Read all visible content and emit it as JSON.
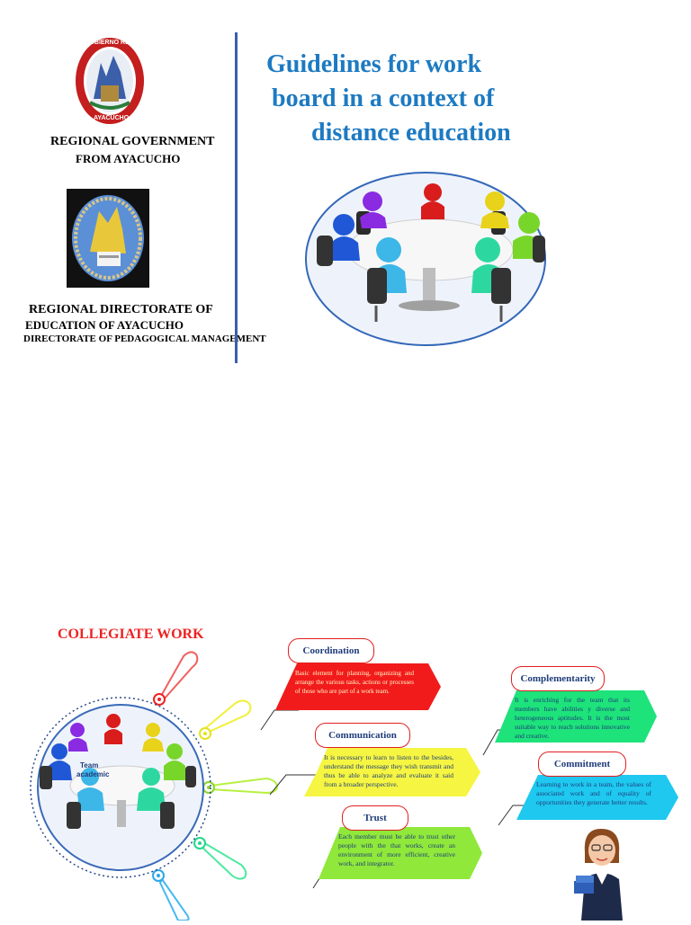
{
  "cover": {
    "org1_line1": "REGIONAL GOVERNMENT",
    "org1_line2": "FROM AYACUCHO",
    "logo1_text_top": "GOBIERNO REGIONAL",
    "logo1_text_bottom": "AYACUCHO",
    "title_line1": "Guidelines for work",
    "title_line2": "board in a context of",
    "title_line3": "distance education",
    "org2_line1": "REGIONAL DIRECTORATE OF",
    "org2_line2": "EDUCATION OF AYACUCHO",
    "org3": "DIRECTORATE OF PEDAGOGICAL MANAGEMENT"
  },
  "infographic": {
    "heading": "COLLEGIATE WORK",
    "center_label_line1": "Team",
    "center_label_line2": "academic",
    "items": [
      {
        "label": "Coordination",
        "text": "Basic element for planning, organizing and arrange the various tasks, actions or processes of those who are part of a work team.",
        "color": "#f21b1b"
      },
      {
        "label": "Communication",
        "text": "It is necessary to learn to listen to the besides, understand the message they wish transmit and thus be able to analyze and evaluate it said from a broader perspective.",
        "color": "#f5f542"
      },
      {
        "label": "Trust",
        "text": "Each member must be able to trust other people with the that works, create an environment of more efficient, creative work, and integrator.",
        "color": "#8fe83a"
      },
      {
        "label": "Complementarity",
        "text": "It is enriching for the team that its members have abilities y diverse and heterogeneous aptitudes. It is the most suitable way to reach solutions innovative and creative.",
        "color": "#1de37a"
      },
      {
        "label": "Commitment",
        "text": "Learning to work in a team, the values of associated work and of equality of opportunities they generate better results.",
        "color": "#1ec8ef"
      }
    ]
  }
}
